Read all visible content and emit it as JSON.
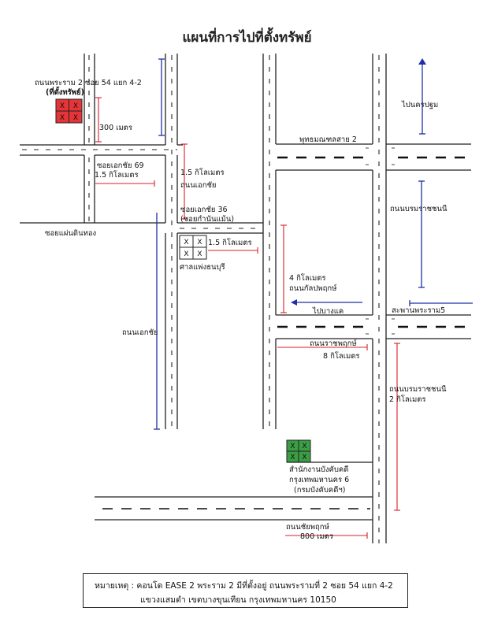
{
  "title": "แผนที่การไปที่ตั้งทรัพย์",
  "labels": {
    "property_road": "ถนนพระราม 2 ซอย 54 แยก 4-2",
    "property_tag": "(ที่ตั้งทรัพย์)",
    "dist_300": "300 เมตร",
    "soi_ekkachai_69": "ซอยเอกชัย 69",
    "dist_1_5_a": "1.5 กิโลเมตร",
    "dist_1_5_b": "1.5 กิโลเมตร",
    "road_ekkachai_top": "ถนนเอกชัย",
    "soi_ekkachai_36": "ซอยเอกชัย 36",
    "soi_kamnan_maen": "(ซอยกำนันแม้น)",
    "dist_1_5_c": "1.5 กิโลเมตร",
    "soi_phaen_din_thong": "ซอยแผ่นดินทอง",
    "san_phaeng_thonburi": "ศาลแพ่งธนบุรี",
    "buddhamonthon_sai_2": "พุทธมณฑลสาย 2",
    "to_nakhon_pathom": "ไปนครปฐม",
    "road_borommaratchachonnani": "ถนนบรมราชชนนี",
    "dist_4_km": "4 กิโลเมตร",
    "road_kanlapaphruek": "ถนนกัลปพฤกษ์",
    "to_bang_khae": "ไปบางแค",
    "rama5_bridge": "สะพานพระราม5",
    "road_ekkachai_mid": "ถนนเอกชัย",
    "road_ratchaphruek": "ถนนราชพฤกษ์",
    "dist_8_km": "8 กิโลเมตร",
    "road_borommaratchachonnani_2": "ถนนบรมราชชนนี",
    "dist_2_km": "2 กิโลเมตร",
    "office_line1": "สำนักงานบังคับคดี",
    "office_line2": "กรุงเทพมหานคร 6",
    "office_line3": "(กรมบังคับคดีฯ)",
    "road_chaiyaphruek": "ถนนชัยพฤกษ์",
    "dist_800": "800 เมตร",
    "x_mark": "X"
  },
  "note": {
    "line1": "หมายเหตุ : คอนโด EASE 2 พระราม 2 มีที่ตั้งอยู่ ถนนพระรามที่ 2 ซอย 54 แยก 4-2",
    "line2": "แขวงแสมดำ เขตบางขุนเทียน กรุงเทพมหานคร 10150"
  },
  "colors": {
    "property_fill": "#e53538",
    "office_fill": "#3b9e45",
    "arrow_blue": "#1f2fa8",
    "dimension_red": "#d8202a"
  }
}
